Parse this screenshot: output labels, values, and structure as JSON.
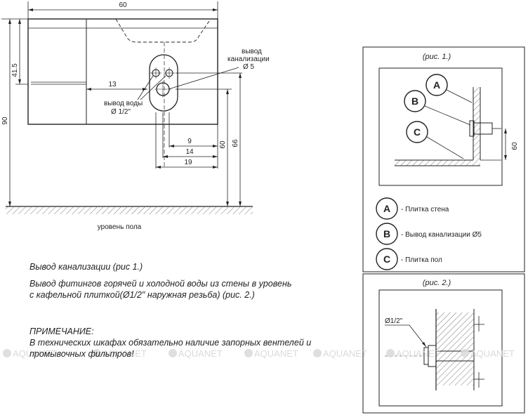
{
  "dimensions": {
    "width_60": "60",
    "height_41_5": "41.5",
    "height_90": "90",
    "offset_13": "13",
    "dim_9": "9",
    "dim_14": "14",
    "dim_19": "19",
    "dim_60_v": "60",
    "dim_66_v": "66"
  },
  "labels": {
    "sewer_outlet_line1": "вывод",
    "sewer_outlet_line2": "канализации",
    "sewer_diameter": "Ø 5",
    "water_outlet": "вывод воды",
    "water_diameter": "Ø 1/2\"",
    "floor_level": "уровень пола"
  },
  "fig1": {
    "title": "(рис. 1.)",
    "dim_60": "60",
    "legend": [
      {
        "letter": "A",
        "text": "- Плитка стена"
      },
      {
        "letter": "B",
        "text": "- Вывод канализации   Ø5"
      },
      {
        "letter": "C",
        "text": "- Плитка пол"
      }
    ]
  },
  "fig2": {
    "title": "(рис. 2.)",
    "diameter": "Ø1/2\""
  },
  "notes": {
    "line1": "Вывод канализации (рис 1.)",
    "line2": "Вывод фитингов горячей и холодной воды из стены в уровень",
    "line3": "с кафельной плиткой(Ø1/2\" наружная резьба) (рис. 2.)",
    "note_title": "ПРИМЕЧАНИЕ:",
    "note_line1": "В технических шкафах обязательно наличие запорных вентелей и",
    "note_line2": "промывочных фильтров!"
  },
  "watermark": "AQUANET"
}
